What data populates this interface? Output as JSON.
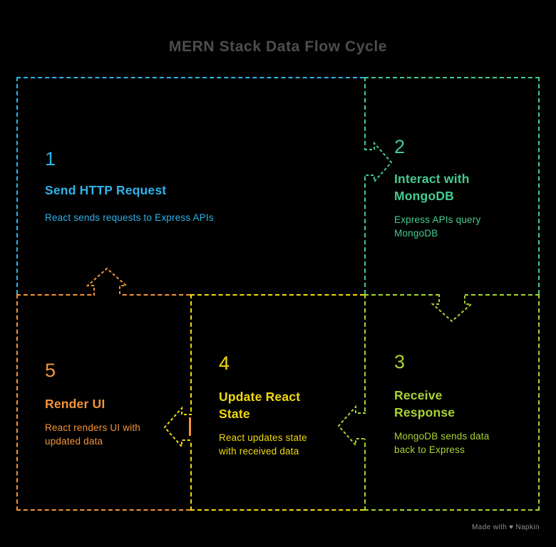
{
  "title": "MERN Stack Data Flow Cycle",
  "watermark": {
    "prefix": "Made with",
    "heart": "♥",
    "brand": "Napkin"
  },
  "colors": {
    "background": "#000000",
    "title_text": "#4d4d4d",
    "watermark_text": "#8f8f8f",
    "step1_blue": "#2eb3ea",
    "step2_green": "#45cb8f",
    "step3_lime": "#a9d334",
    "step4_yellow": "#f2da0c",
    "step5_orange": "#f39439"
  },
  "steps": [
    {
      "number": "1",
      "title": "Send HTTP Request",
      "description": "React sends requests to Express APIs",
      "color": "#2eb3ea"
    },
    {
      "number": "2",
      "title": "Interact with MongoDB",
      "description": "Express APIs query MongoDB",
      "color": "#45cb8f"
    },
    {
      "number": "3",
      "title": "Receive Response",
      "description": "MongoDB sends data back to Express",
      "color": "#a9d334"
    },
    {
      "number": "4",
      "title": "Update React State",
      "description": "React updates state with received data",
      "color": "#f2da0c"
    },
    {
      "number": "5",
      "title": "Render UI",
      "description": "React renders UI with updated data",
      "color": "#f39439"
    }
  ],
  "arrows": [
    {
      "name": "step1-to-step2",
      "direction": "right",
      "color": "#45cb8f"
    },
    {
      "name": "step2-to-step3",
      "direction": "down",
      "color": "#a9d334"
    },
    {
      "name": "step3-to-step4",
      "direction": "left",
      "color": "#a9d334"
    },
    {
      "name": "step4-to-step5",
      "direction": "left",
      "color": "#f2da0c"
    },
    {
      "name": "step5-to-step1",
      "direction": "up",
      "color": "#f39439"
    }
  ]
}
